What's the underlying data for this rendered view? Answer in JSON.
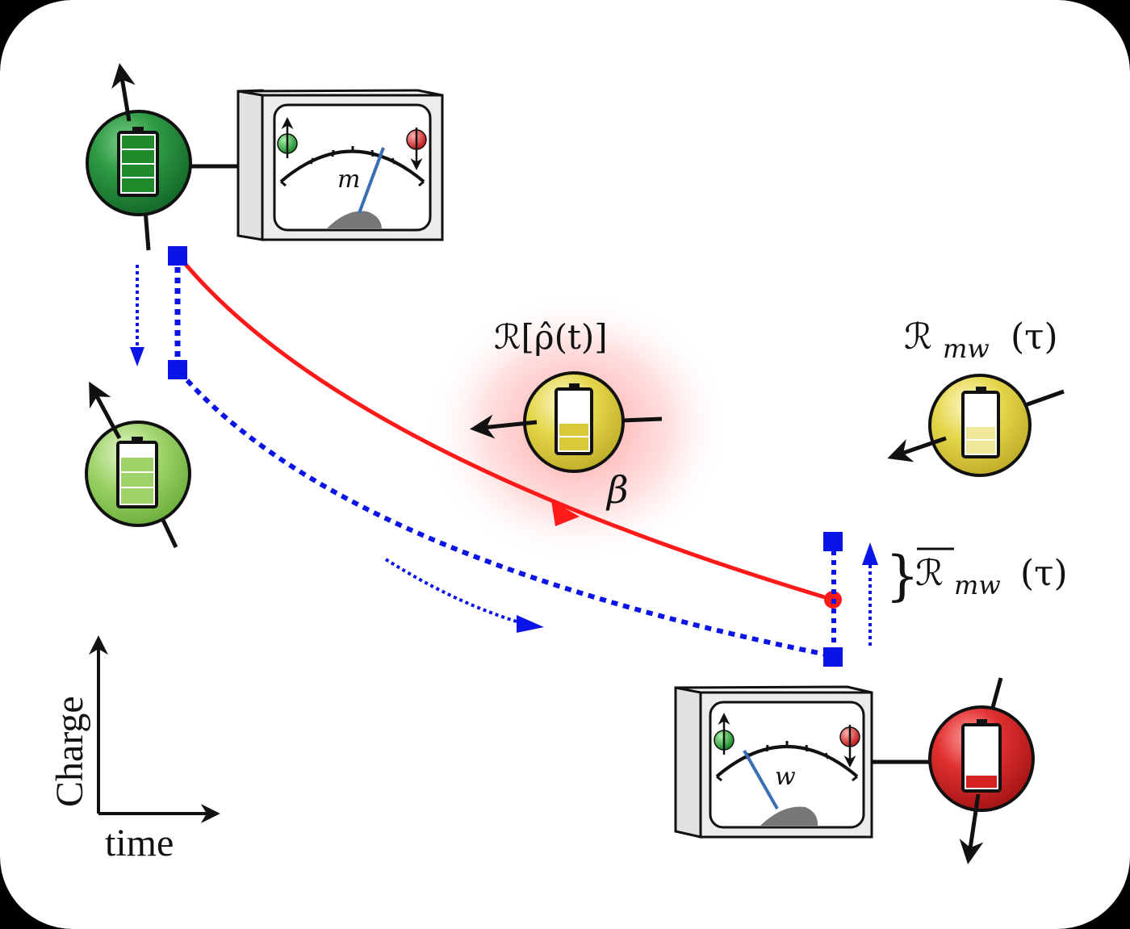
{
  "labels": {
    "measure_top": "m",
    "measure_bottom": "w",
    "rate_rho": "ℛ[ρ̂(t)]",
    "beta": "β",
    "rate_mw": "ℛ",
    "rate_mw_sub": "mw",
    "rate_mw_arg": "(τ)",
    "rate_mw_bar": "ℛ",
    "rate_mw_bar_sub": "mw",
    "rate_mw_bar_arg": "(τ)",
    "brace": "}"
  },
  "axes": {
    "y_label": "Charge",
    "x_label": "time"
  },
  "colors": {
    "charged_green": "#1f8a3a",
    "light_green": "#8fcf5a",
    "yellow": "#d9c93a",
    "red": "#d42222",
    "trajectory_red": "#ff1a1a",
    "trajectory_blue": "#0a14e6",
    "meter_body": "#eeeeee",
    "needle": "#3a6fb5",
    "glow": "#ff6b6b"
  },
  "icons": [
    "spin-qubit-icon",
    "battery-icon",
    "measurement-meter-icon",
    "arrow-icon"
  ]
}
